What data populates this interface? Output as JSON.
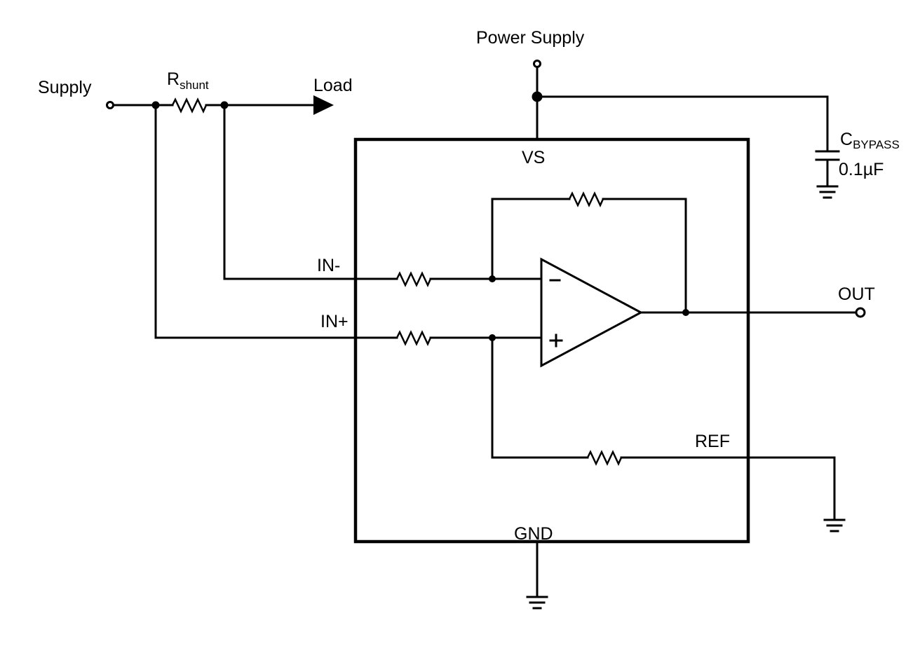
{
  "labels": {
    "supply": "Supply",
    "r_shunt_main": "R",
    "r_shunt_sub": "shunt",
    "load": "Load",
    "power_supply": "Power Supply",
    "vs": "VS",
    "c_bypass_main": "C",
    "c_bypass_sub": "BYPASS",
    "c_bypass_value": "0.1µF",
    "in_minus": "IN-",
    "in_plus": "IN+",
    "out": "OUT",
    "ref": "REF",
    "gnd": "GND",
    "opamp_minus": "−",
    "opamp_plus": "+"
  }
}
